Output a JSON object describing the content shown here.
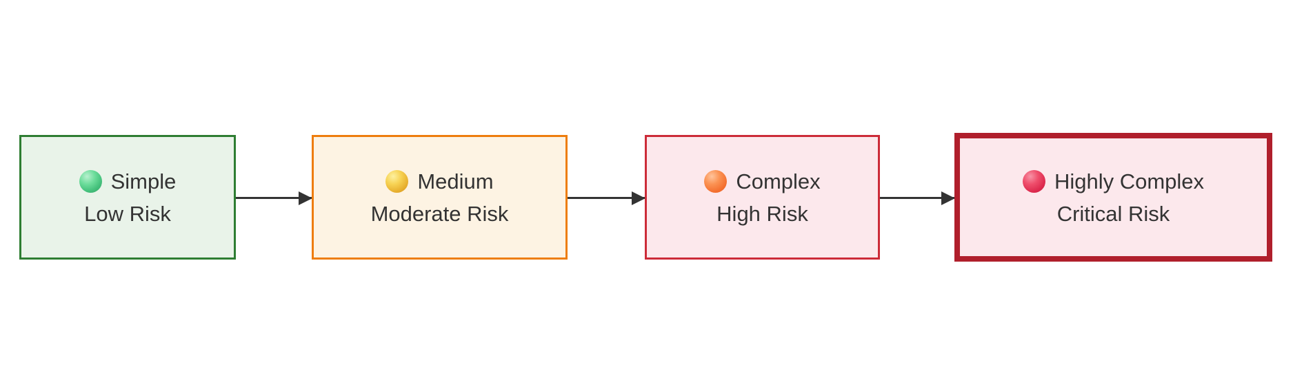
{
  "diagram": {
    "type": "flowchart",
    "direction": "left-to-right",
    "background_color": "#ffffff",
    "text_color": "#333333",
    "arrow_color": "#333333",
    "nodes": [
      {
        "id": "simple",
        "emoji_icon": "green-circle",
        "label": "Simple",
        "sublabel": "Low Risk",
        "border_color": "#2e7d32",
        "fill_color": "#e9f3e9",
        "emphasized": false
      },
      {
        "id": "medium",
        "emoji_icon": "yellow-circle",
        "label": "Medium",
        "sublabel": "Moderate Risk",
        "border_color": "#ee7d0d",
        "fill_color": "#fdf3e3",
        "emphasized": false
      },
      {
        "id": "complex",
        "emoji_icon": "orange-circle",
        "label": "Complex",
        "sublabel": "High Risk",
        "border_color": "#cc2b38",
        "fill_color": "#fce8ec",
        "emphasized": false
      },
      {
        "id": "highly-complex",
        "emoji_icon": "red-circle",
        "label": "Highly Complex",
        "sublabel": "Critical Risk",
        "border_color": "#b01f2c",
        "fill_color": "#fce8ec",
        "emphasized": true
      }
    ],
    "edges": [
      {
        "from": "simple",
        "to": "medium"
      },
      {
        "from": "medium",
        "to": "complex"
      },
      {
        "from": "complex",
        "to": "highly-complex"
      }
    ]
  }
}
